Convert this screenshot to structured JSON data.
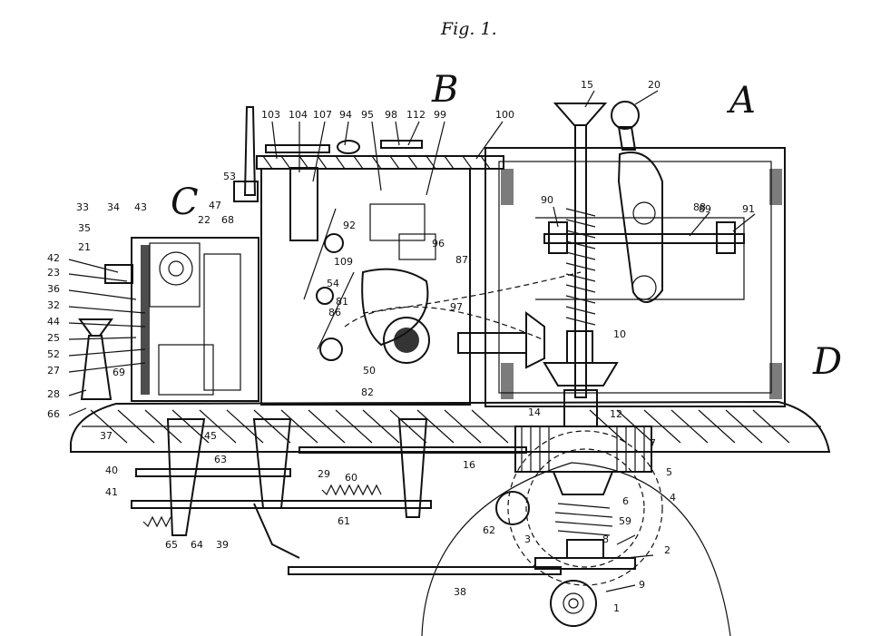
{
  "figure": {
    "caption": "Fig. 1."
  },
  "section_labels": [
    "A",
    "B",
    "C",
    "D"
  ],
  "part_numbers": [
    "103",
    "104",
    "107",
    "94",
    "95",
    "98",
    "112",
    "99",
    "100",
    "15",
    "20",
    "53",
    "47",
    "68",
    "33",
    "34",
    "43",
    "22",
    "35",
    "42",
    "21",
    "23",
    "36",
    "32",
    "44",
    "25",
    "52",
    "27",
    "69",
    "28",
    "66",
    "37",
    "45",
    "88",
    "89",
    "90",
    "91",
    "92",
    "97",
    "96",
    "87",
    "109",
    "54",
    "81",
    "50",
    "82",
    "86",
    "10",
    "14",
    "12",
    "7",
    "16",
    "5",
    "4",
    "6",
    "59",
    "8",
    "3",
    "2",
    "9",
    "1",
    "62",
    "40",
    "41",
    "63",
    "29",
    "60",
    "61",
    "65",
    "64",
    "39",
    "38"
  ]
}
